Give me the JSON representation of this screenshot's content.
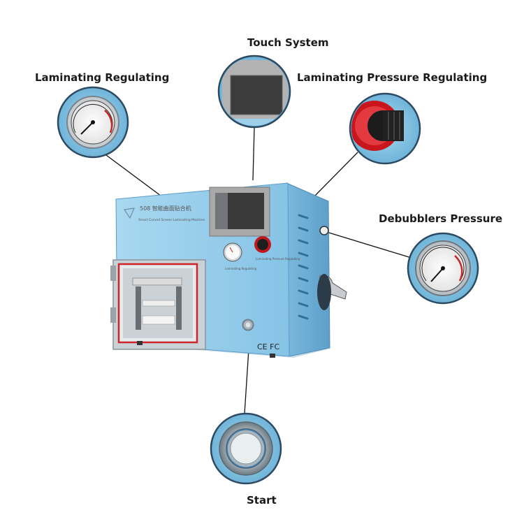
{
  "labels": {
    "touch_system": "Touch System",
    "laminating_regulating": "Laminating Regulating",
    "laminating_pressure_regulating": "Laminating Pressure Regulating",
    "debubblers_pressure": "Debubblers Pressure",
    "start": "Start"
  },
  "machine": {
    "model_text": "508 智能曲面贴合机",
    "sub_text": "Smart Curved Screen Laminating Machine",
    "certification": "CE FC"
  },
  "colors": {
    "body": "#8ec9e8",
    "body_dark": "#6aaed4",
    "callout_ring": "#2e4a62",
    "line": "#111111"
  }
}
